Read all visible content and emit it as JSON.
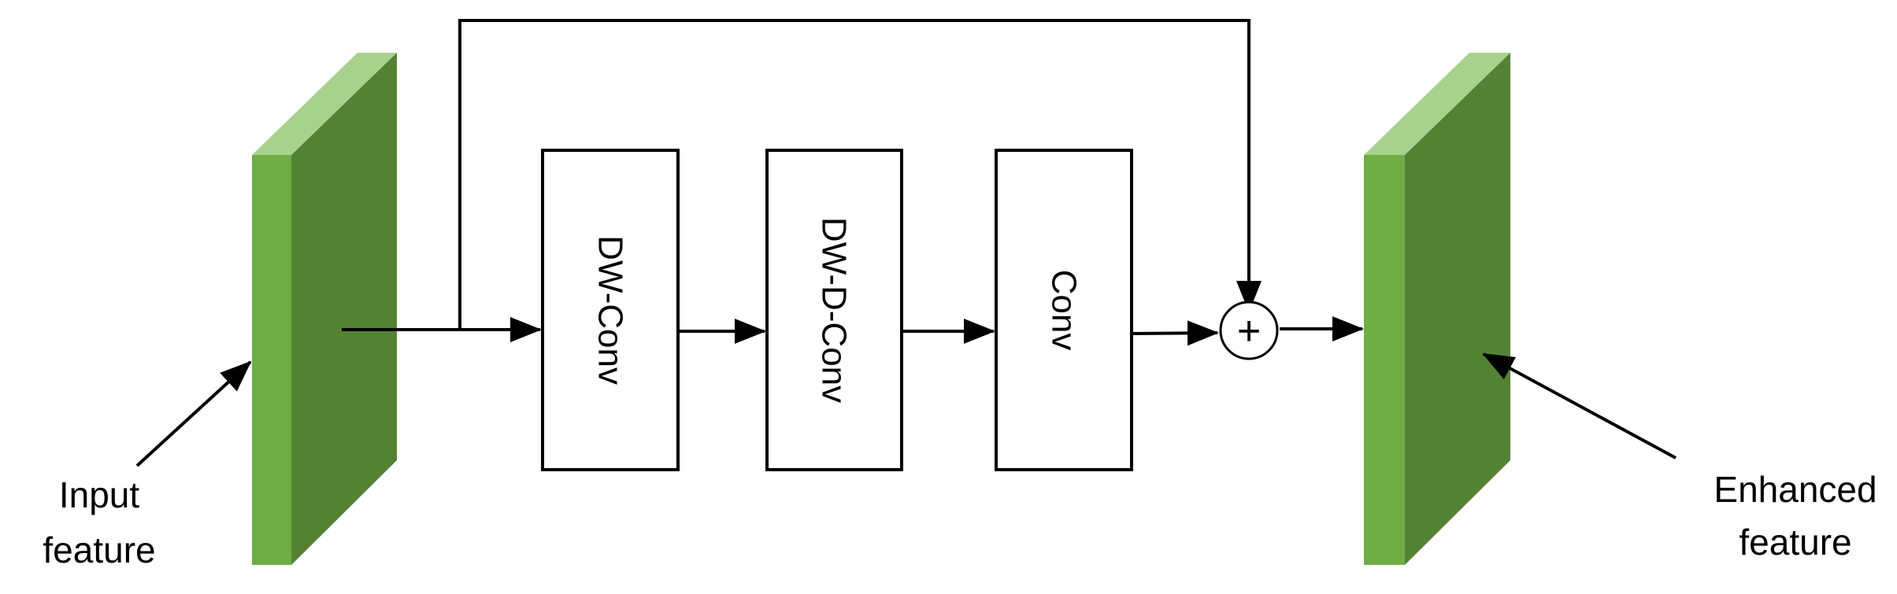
{
  "labels": {
    "input_line1": "Input",
    "input_line2": "feature",
    "output_line1": "Enhanced",
    "output_line2": "feature"
  },
  "blocks": [
    {
      "label": "DW-Conv"
    },
    {
      "label": "DW-D-Conv"
    },
    {
      "label": "Conv"
    }
  ],
  "sum_symbol": "+",
  "colors": {
    "feature_front": "#70ad47",
    "feature_side": "#548235",
    "feature_top": "#a9d18e",
    "line": "#000000",
    "box_fill": "#ffffff"
  }
}
